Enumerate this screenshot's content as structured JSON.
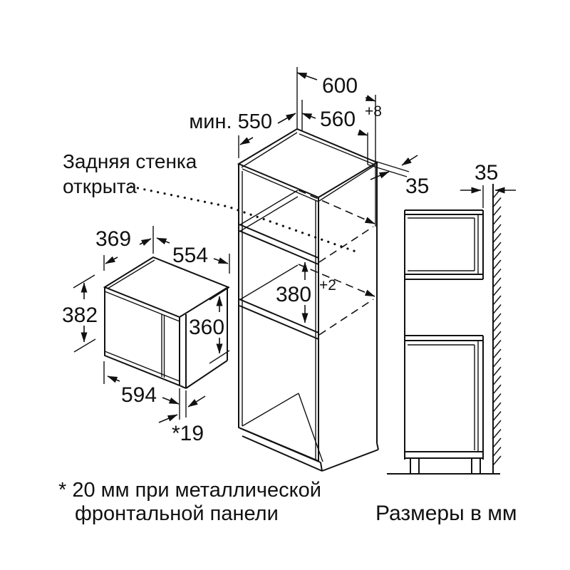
{
  "diagram": {
    "units_note": "Размеры в мм",
    "footnote": {
      "line1": "* 20 мм при металлической",
      "line2": "фронтальной панели"
    },
    "callout": {
      "line1": "Задняя стенка",
      "line2": "открыта"
    },
    "colors": {
      "line": "#111111",
      "background": "#ffffff"
    },
    "cabinet": {
      "outer_width": "600",
      "niche_width": "560",
      "niche_width_tolerance": "+8",
      "min_depth": "мин. 550",
      "niche_height": "380",
      "niche_height_tolerance": "+2",
      "rear_gap_iso": "35",
      "rear_gap_side": "35"
    },
    "appliance": {
      "depth": "369",
      "width_top": "554",
      "height": "382",
      "height_body": "360",
      "width_front": "594",
      "front_panel_offset": "*19"
    }
  }
}
